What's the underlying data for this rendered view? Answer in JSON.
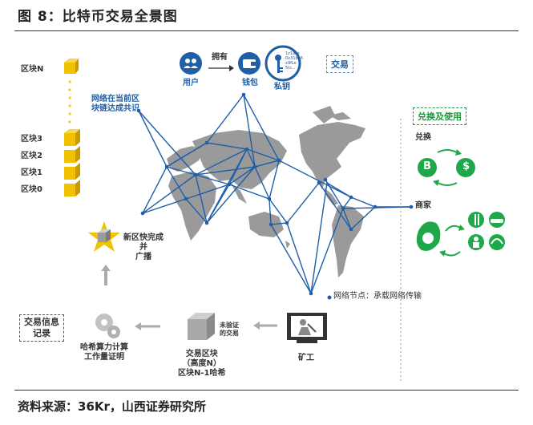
{
  "figure": {
    "title": "图 8：比特币交易全景图",
    "source": "资料来源：36Kr，山西证券研究所"
  },
  "blocks": {
    "top_label": "区块N",
    "labels": [
      "区块3",
      "区块2",
      "区块1",
      "区块0"
    ]
  },
  "consensus_label": "网络在当前区\n块链达成共识",
  "transaction": {
    "box_label": "交易",
    "user_label": "用户",
    "own_label": "拥有",
    "wallet_label": "钱包",
    "key_label": "私钥",
    "key_text": "1z1aze\n0x31ba6\nx9fLe\n5tz..."
  },
  "exchange": {
    "box_label": "兑换及使用",
    "exchange_label": "兑换",
    "btc_symbol": "B",
    "usd_symbol": "$",
    "merchant_label": "商家"
  },
  "network_node_label": "网络节点：承载网络传输",
  "miner_label": "矿工",
  "unverified_label": "未验证\n的交易",
  "block_caption": "交易区块\n（高度N）\n区块N-1哈希",
  "hash_caption": "哈希算力计算\n工作量证明",
  "record_box_label": "交易信息\n记录",
  "new_block_label": "新区快完成\n并\n广播",
  "colors": {
    "accent": "#1f5fa8",
    "gold": "#f2c200",
    "green": "#1fa84a",
    "map": "#9a9a9a"
  }
}
